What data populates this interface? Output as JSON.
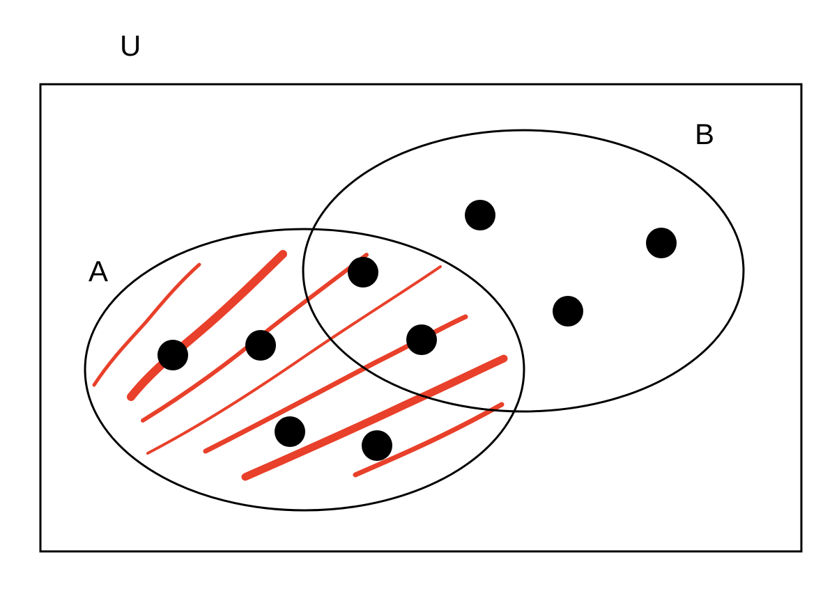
{
  "universe": {
    "label": "U"
  },
  "sets": [
    {
      "id": "A",
      "label": "A"
    },
    {
      "id": "B",
      "label": "B"
    }
  ],
  "shaded_region": "A",
  "element_counts": {
    "A_only": 4,
    "A_and_B": 2,
    "B_only": 3
  },
  "colors": {
    "outline": "#000000",
    "shading": "#E8402A",
    "element": "#000000",
    "background": "#FFFFFF"
  }
}
